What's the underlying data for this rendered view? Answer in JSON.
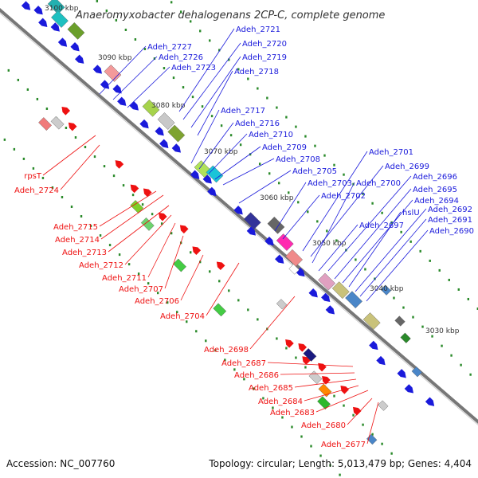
{
  "title": "Anaeromyxobacter dehalogenans 2CP-C, complete genome",
  "accession": "Accession: NC_007760",
  "summary": "Topology: circular; Length: 5,013,479 bp; Genes: 4,404",
  "colors": {
    "forward": "#1a1adb",
    "reverse": "#ee1111",
    "tick": "#2a8a2a"
  },
  "kbp_marks": [
    "3100 kbp",
    "3090 kbp",
    "3080 kbp",
    "3070 kbp",
    "3060 kbp",
    "3050 kbp",
    "3040 kbp",
    "3030 kbp"
  ],
  "forward_genes": [
    "Adeh_2721",
    "Adeh_2727",
    "Adeh_2720",
    "Adeh_2726",
    "Adeh_2719",
    "Adeh_2723",
    "Adeh_2718",
    "Adeh_2717",
    "Adeh_2716",
    "Adeh_2710",
    "Adeh_2709",
    "Adeh_2708",
    "Adeh_2705",
    "Adeh_2701",
    "Adeh_2699",
    "Adeh_2703",
    "Adeh_2700",
    "Adeh_2696",
    "Adeh_2702",
    "Adeh_2695",
    "Adeh_2694",
    "Adeh_2697",
    "hslU",
    "Adeh_2692",
    "Adeh_2691",
    "Adeh_2690"
  ],
  "reverse_genes": [
    "rpsT",
    "Adeh_2724",
    "Adeh_2715",
    "Adeh_2714",
    "Adeh_2713",
    "Adeh_2712",
    "Adeh_2711",
    "Adeh_2707",
    "Adeh_2706",
    "Adeh_2704",
    "Adeh_2698",
    "Adeh_2687",
    "Adeh_2686",
    "Adeh_2685",
    "Adeh_2684",
    "Adeh_2683",
    "Adeh_2680",
    "Adeh_2677"
  ]
}
